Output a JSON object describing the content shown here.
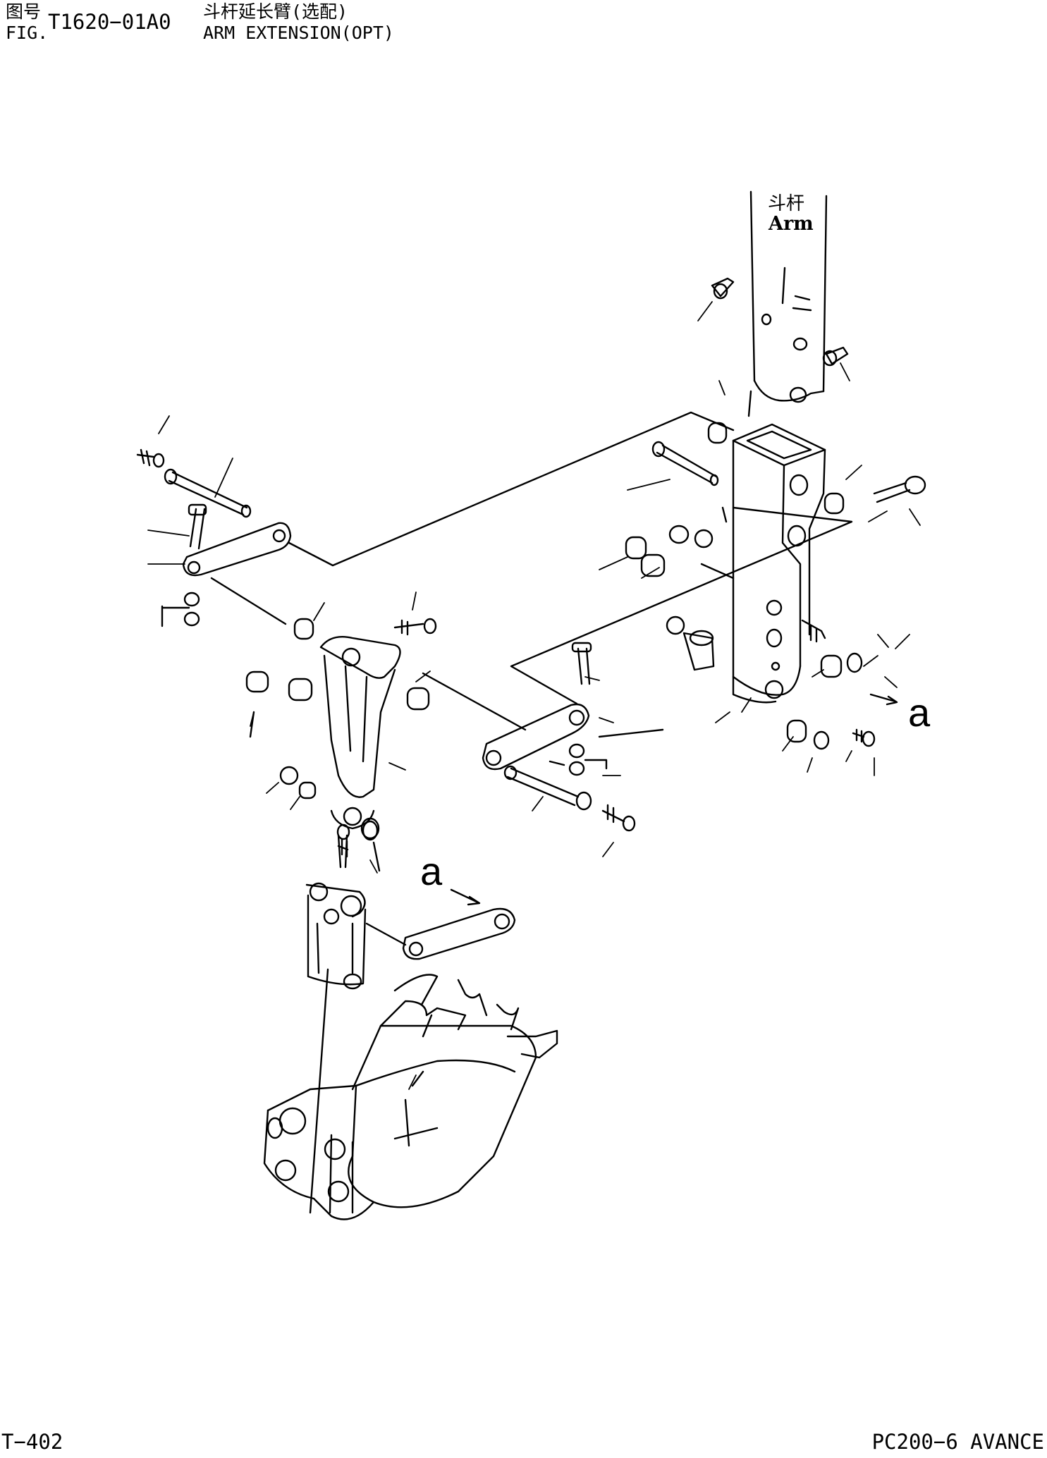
{
  "header": {
    "cn_label": "图号",
    "fig_label": "FIG.",
    "figure_number": "T1620−01A0",
    "title_cn": "斗杆延长臂(选配)",
    "title_en": "ARM EXTENSION(OPT)"
  },
  "drawing": {
    "arm_label_cn": "斗杆",
    "arm_label_en": "Arm",
    "connection_mark_1": "a",
    "connection_mark_2": "a"
  },
  "footer": {
    "page_number": "T−402",
    "model": "PC200−6 AVANCE"
  }
}
